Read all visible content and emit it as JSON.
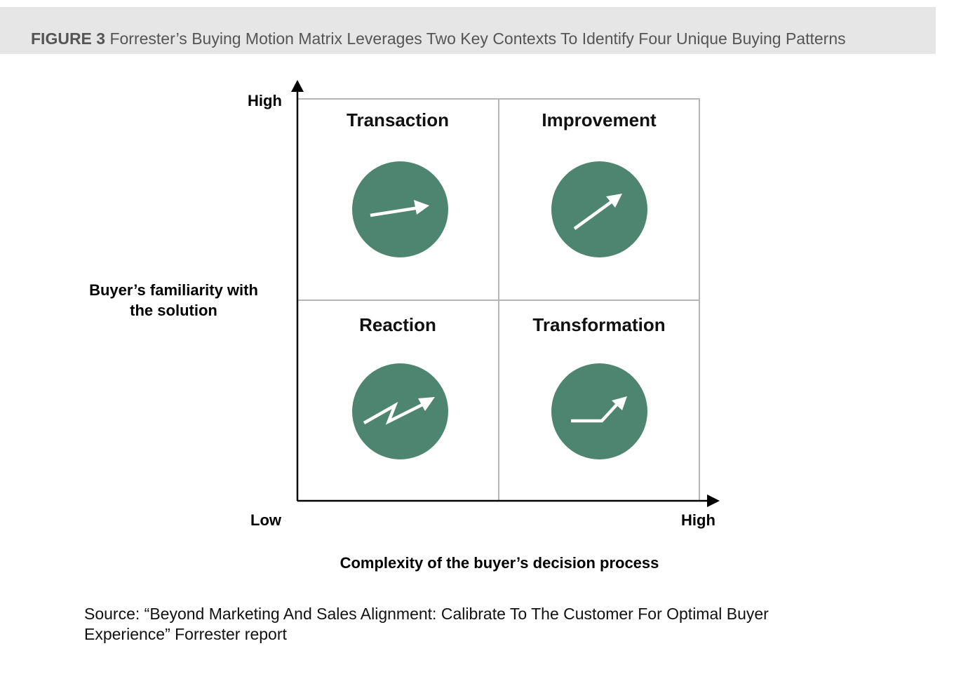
{
  "figure": {
    "label": "FIGURE 3",
    "title": "Forrester’s Buying Motion Matrix Leverages Two Key Contexts To Identify Four Unique Buying Patterns"
  },
  "y_axis": {
    "title": "Buyer’s familiarity with the solution",
    "high": "High"
  },
  "x_axis": {
    "title": "Complexity of the buyer’s decision process",
    "low": "Low",
    "high": "High"
  },
  "quadrants": {
    "top_left": {
      "label": "Transaction",
      "icon": "arrow-slight-up-icon"
    },
    "top_right": {
      "label": "Improvement",
      "icon": "arrow-diagonal-up-icon"
    },
    "bottom_left": {
      "label": "Reaction",
      "icon": "arrow-zigzag-up-icon"
    },
    "bottom_right": {
      "label": "Transformation",
      "icon": "arrow-flat-then-up-icon"
    }
  },
  "source": "Source: “Beyond Marketing And Sales Alignment: Calibrate To The Customer For Optimal Buyer Experience” Forrester report",
  "colors": {
    "circle_fill": "#4e8570",
    "title_bar": "#e6e6e6",
    "grid": "#b5b5b5",
    "axis": "#000000"
  }
}
